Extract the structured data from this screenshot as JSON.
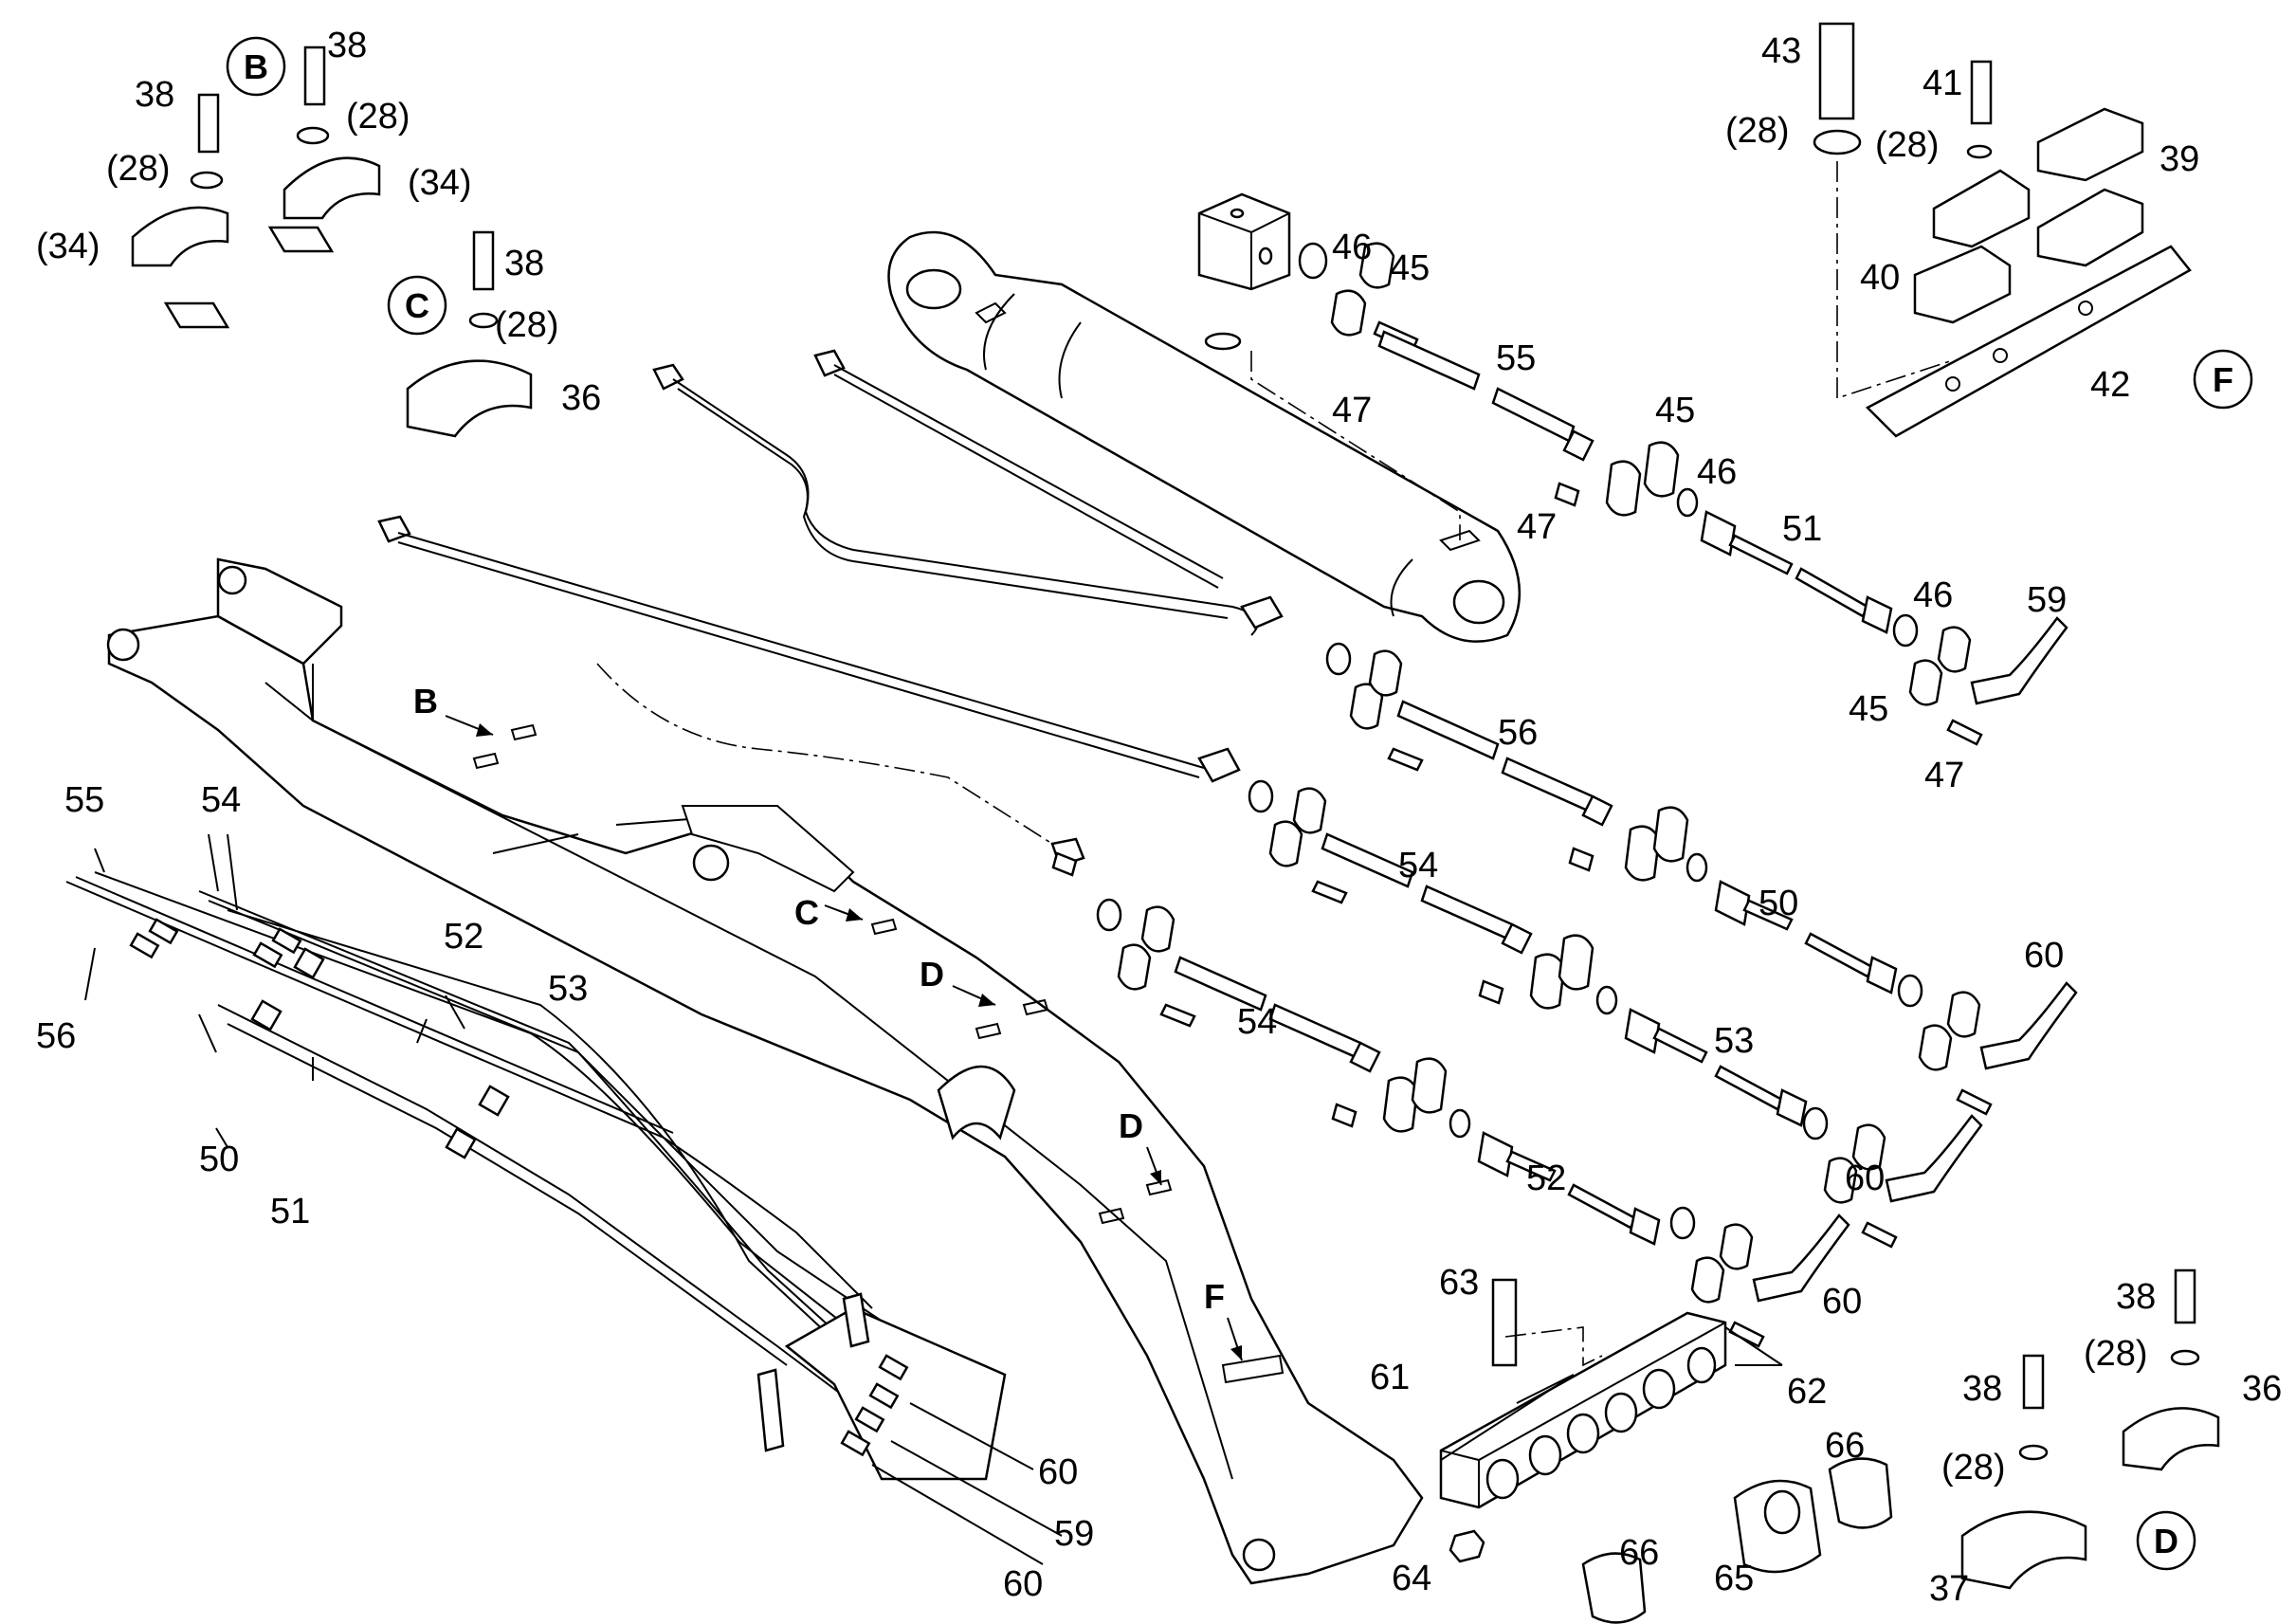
{
  "callouts": [
    {
      "text": "38"
    },
    {
      "text": "38"
    },
    {
      "text": "(28)"
    },
    {
      "text": "(28)"
    },
    {
      "text": "(34)"
    },
    {
      "text": "(34)"
    },
    {
      "text": "38"
    },
    {
      "text": "(28)"
    },
    {
      "text": "36"
    },
    {
      "text": "46"
    },
    {
      "text": "45"
    },
    {
      "text": "55"
    },
    {
      "text": "47"
    },
    {
      "text": "45"
    },
    {
      "text": "46"
    },
    {
      "text": "47"
    },
    {
      "text": "51"
    },
    {
      "text": "46"
    },
    {
      "text": "59"
    },
    {
      "text": "45"
    },
    {
      "text": "47"
    },
    {
      "text": "43"
    },
    {
      "text": "(28)"
    },
    {
      "text": "41"
    },
    {
      "text": "(28)"
    },
    {
      "text": "39"
    },
    {
      "text": "40"
    },
    {
      "text": "42"
    },
    {
      "text": "56"
    },
    {
      "text": "50"
    },
    {
      "text": "54"
    },
    {
      "text": "60"
    },
    {
      "text": "54"
    },
    {
      "text": "53"
    },
    {
      "text": "60"
    },
    {
      "text": "52"
    },
    {
      "text": "60"
    },
    {
      "text": "55"
    },
    {
      "text": "54"
    },
    {
      "text": "56"
    },
    {
      "text": "52"
    },
    {
      "text": "53"
    },
    {
      "text": "50"
    },
    {
      "text": "51"
    },
    {
      "text": "60"
    },
    {
      "text": "59"
    },
    {
      "text": "60"
    },
    {
      "text": "63"
    },
    {
      "text": "61"
    },
    {
      "text": "62"
    },
    {
      "text": "66"
    },
    {
      "text": "64"
    },
    {
      "text": "66"
    },
    {
      "text": "65"
    },
    {
      "text": "38"
    },
    {
      "text": "(28)"
    },
    {
      "text": "36"
    },
    {
      "text": "38"
    },
    {
      "text": "(28)"
    },
    {
      "text": "37"
    }
  ],
  "views": [
    {
      "text": "B"
    },
    {
      "text": "C"
    },
    {
      "text": "F"
    },
    {
      "text": "D"
    }
  ],
  "arrows": [
    {
      "text": "B"
    },
    {
      "text": "C"
    },
    {
      "text": "D"
    },
    {
      "text": "D"
    },
    {
      "text": "F"
    }
  ]
}
